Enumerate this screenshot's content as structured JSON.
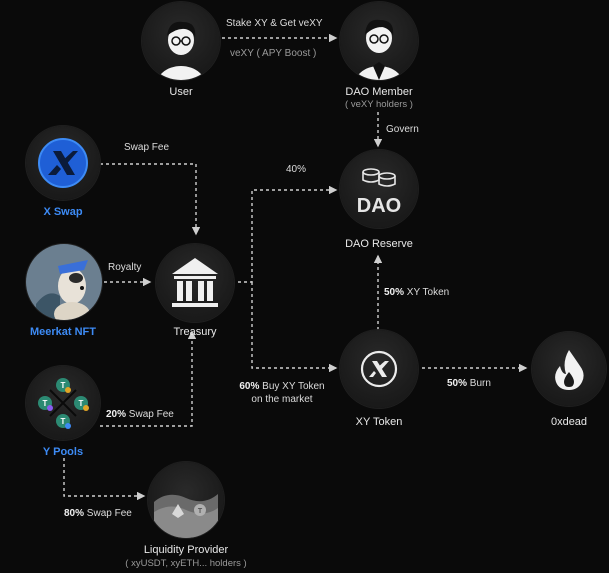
{
  "nodes": {
    "user": "User",
    "dao_member": "DAO Member",
    "dao_member_sub": "( veXY holders )",
    "x_swap": "X Swap",
    "meerkat_nft": "Meerkat NFT",
    "treasury": "Treasury",
    "y_pools": "Y Pools",
    "dao_reserve": "DAO Reserve",
    "dao_logo": "DAO",
    "xy_token": "XY Token",
    "dead": "0xdead",
    "liquidity_provider": "Liquidity Provider",
    "liquidity_provider_sub": "( xyUSDT, xyETH... holders )"
  },
  "edges": {
    "stake": "Stake XY & Get veXY",
    "boost": "veXY ( APY Boost )",
    "govern": "Govern",
    "swap_fee": "Swap Fee",
    "royalty": "Royalty",
    "forty": "40%",
    "y_pool_fee_pct": "20%",
    "y_pool_fee_text": "Swap Fee",
    "buy_pct": "60%",
    "buy_text": "Buy XY Token",
    "buy_text_2": "on the market",
    "reserve_pct": "50%",
    "reserve_text": "XY Token",
    "burn_pct": "50%",
    "burn_text": "Burn",
    "lp_fee_pct": "80%",
    "lp_fee_text": "Swap Fee"
  },
  "colors": {
    "background": "#0a0a0a",
    "accent_blue": "#3d8bf5",
    "line": "#cfcfcf",
    "token_green": "#2c8a73",
    "token_yellow": "#e0a526",
    "token_purple": "#8a5cf0"
  }
}
